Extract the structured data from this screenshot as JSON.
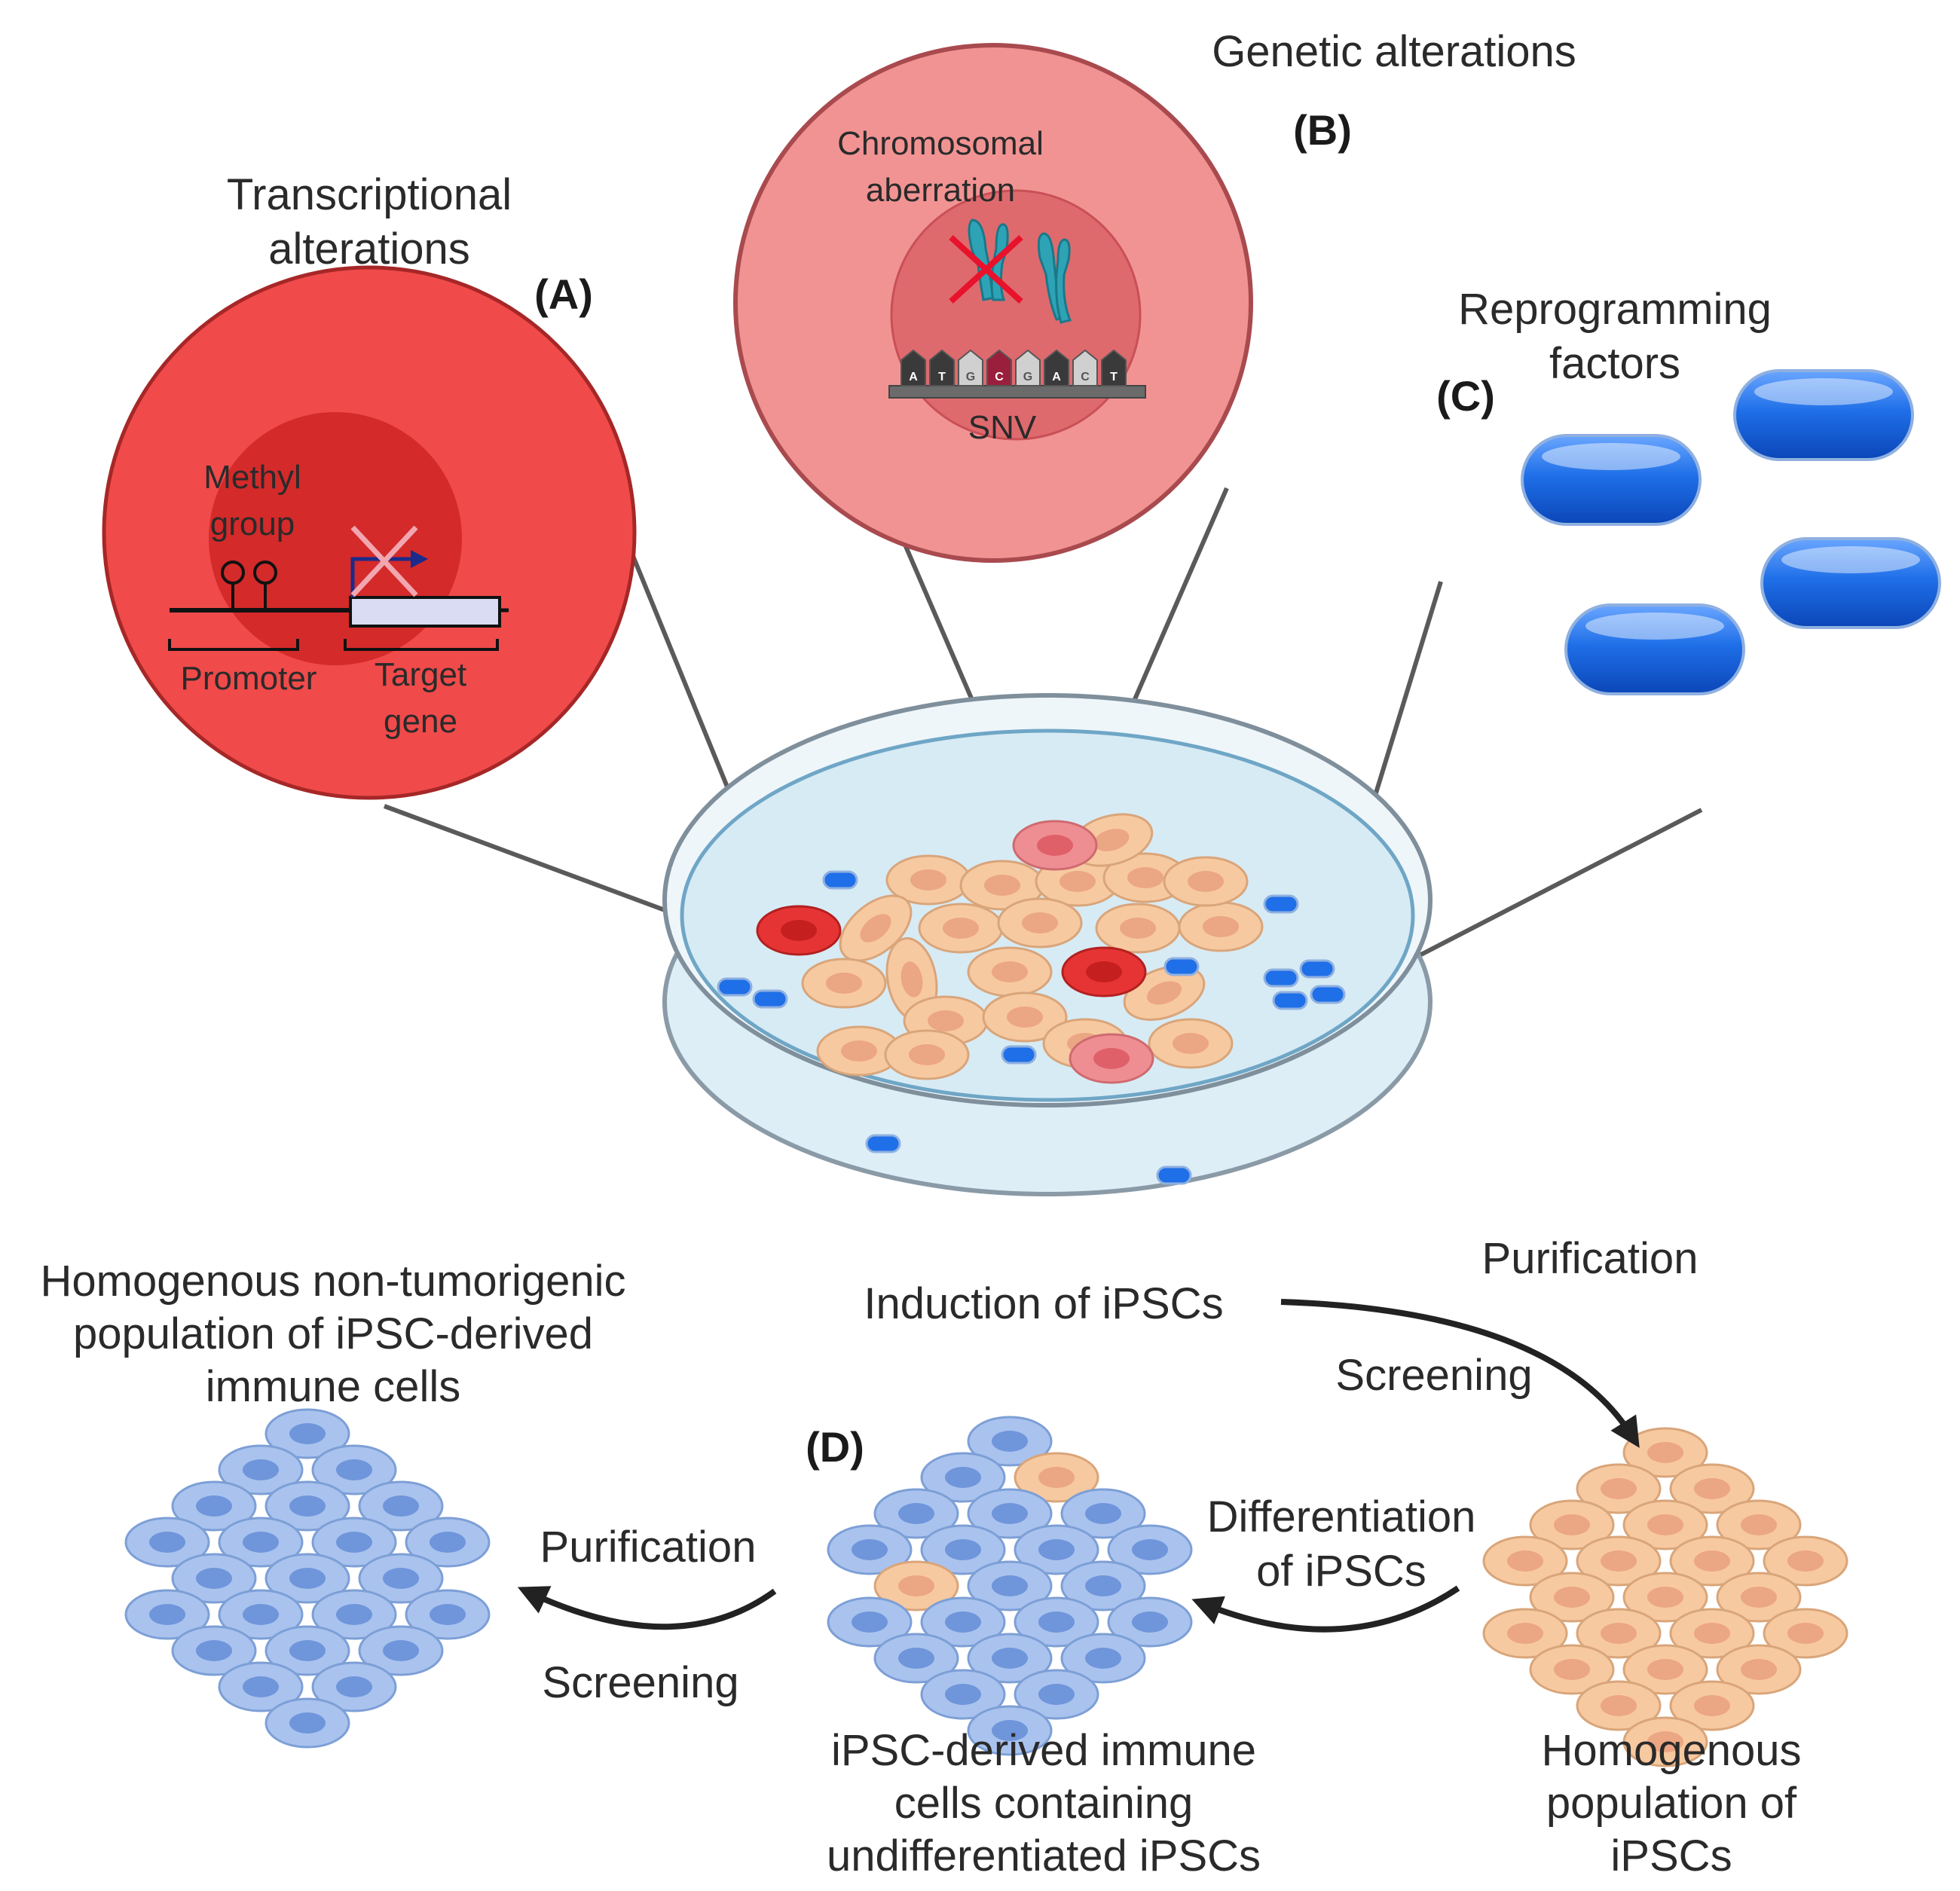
{
  "panels": {
    "a": {
      "letter": "(A)",
      "title_line1": "Transcriptional",
      "title_line2": "alterations",
      "methyl_line1": "Methyl",
      "methyl_line2": "group",
      "promoter": "Promoter",
      "target_line1": "Target",
      "target_line2": "gene"
    },
    "b": {
      "letter": "(B)",
      "title": "Genetic alterations",
      "chromo_line1": "Chromosomal",
      "chromo_line2": "aberration",
      "snv": "SNV",
      "bases": [
        "A",
        "T",
        "G",
        "C",
        "G",
        "A",
        "C",
        "T"
      ]
    },
    "c": {
      "letter": "(C)",
      "title_line1": "Reprogramming",
      "title_line2": "factors"
    },
    "d": {
      "letter": "(D)"
    }
  },
  "flow": {
    "induction": "Induction of iPSCs",
    "purification_top": "Purification",
    "screening_top": "Screening",
    "homog_ipsc_line1": "Homogenous",
    "homog_ipsc_line2": "population of",
    "homog_ipsc_line3": "iPSCs",
    "diff_line1": "Differentiation",
    "diff_line2": "of iPSCs",
    "derived_line1": "iPSC-derived immune",
    "derived_line2": "cells containing",
    "derived_line3": "undifferentiated iPSCs",
    "purification_bottom": "Purification",
    "screening_bottom": "Screening",
    "final_line1": "Homogenous non-tumorigenic",
    "final_line2": "population of iPSC-derived",
    "final_line3": "immune cells"
  },
  "colors": {
    "transcriptional_cell": "#f04a4a",
    "genetic_cell": "#f29393",
    "reprogramming_factor": "#1f6fe8",
    "ipsc_cell": "#f7c9a0",
    "immune_cell": "#a9c3ee",
    "dish_medium": "#d8edf7"
  }
}
